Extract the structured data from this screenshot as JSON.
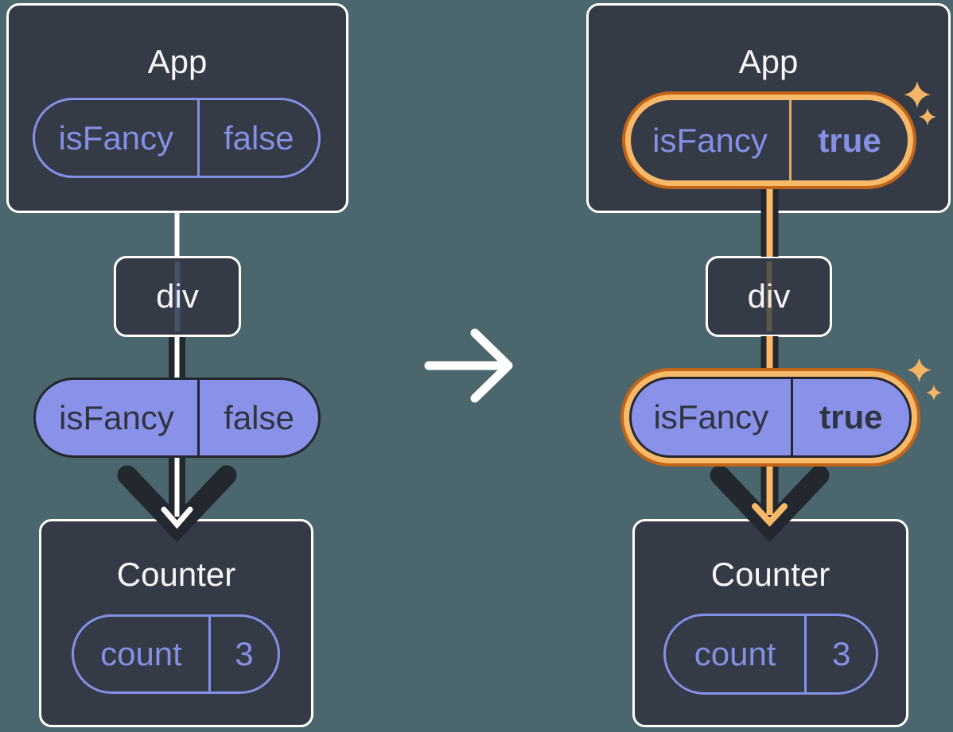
{
  "colors": {
    "background": "#4C666E",
    "box-bg": "#343A46",
    "box-border": "#FFFFFF",
    "text-white": "#F6F7F9",
    "purple": "#8490E4",
    "purple-fill": "#8A91E8",
    "ink-dark": "#2E3440",
    "line-dark": "#23272F",
    "orange-dark": "#C0651A",
    "orange-light": "#F8B969",
    "orange-mid": "#EFA64F",
    "sparkle": "#F5B567",
    "arrow-white": "#FFFFFF"
  },
  "before": {
    "app": {
      "title": "App",
      "pill": {
        "name": "isFancy",
        "value": "false"
      }
    },
    "div_node": {
      "label": "div"
    },
    "prop_pill": {
      "name": "isFancy",
      "value": "false"
    },
    "counter": {
      "title": "Counter",
      "pill": {
        "name": "count",
        "value": "3"
      }
    }
  },
  "after": {
    "app": {
      "title": "App",
      "pill": {
        "name": "isFancy",
        "value": "true"
      }
    },
    "div_node": {
      "label": "div"
    },
    "prop_pill": {
      "name": "isFancy",
      "value": "true"
    },
    "counter": {
      "title": "Counter",
      "pill": {
        "name": "count",
        "value": "3"
      }
    }
  }
}
